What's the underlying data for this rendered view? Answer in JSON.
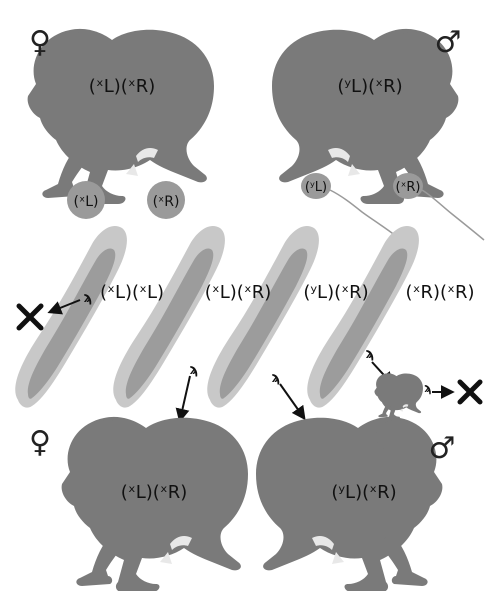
{
  "colors": {
    "frog": "#7a7a7a",
    "frog_highlight": "#e8e8e8",
    "gamete": "#9a9a9a",
    "embryo_outer": "#c8c8c8",
    "embryo_inner": "#9c9c9c",
    "arrow": "#111111",
    "cross": "#111111",
    "text": "#111111"
  },
  "parents": {
    "female": {
      "symbol": "♀",
      "genotype": "(ˣL)(ˣR)"
    },
    "male": {
      "symbol": "♂",
      "genotype": "(ʸL)(ˣR)"
    }
  },
  "gametes": {
    "eggs": [
      "(ˣL)",
      "(ˣR)"
    ],
    "sperm": [
      "(ʸL)",
      "(ˣR)"
    ]
  },
  "embryos": [
    {
      "genotype": "(ˣL)(ˣL)",
      "outcome": "dies"
    },
    {
      "genotype": "(ˣL)(ˣR)",
      "outcome": "female"
    },
    {
      "genotype": "(ʸL)(ˣR)",
      "outcome": "male"
    },
    {
      "genotype": "(ˣR)(ˣR)",
      "outcome": "dies"
    }
  ],
  "offspring": {
    "female": {
      "symbol": "♀",
      "genotype": "(ˣL)(ˣR)"
    },
    "male": {
      "symbol": "♂",
      "genotype": "(ʸL)(ˣR)"
    }
  },
  "icons": [
    "female-symbol-icon",
    "male-symbol-icon",
    "cross-icon",
    "arrow-icon"
  ]
}
